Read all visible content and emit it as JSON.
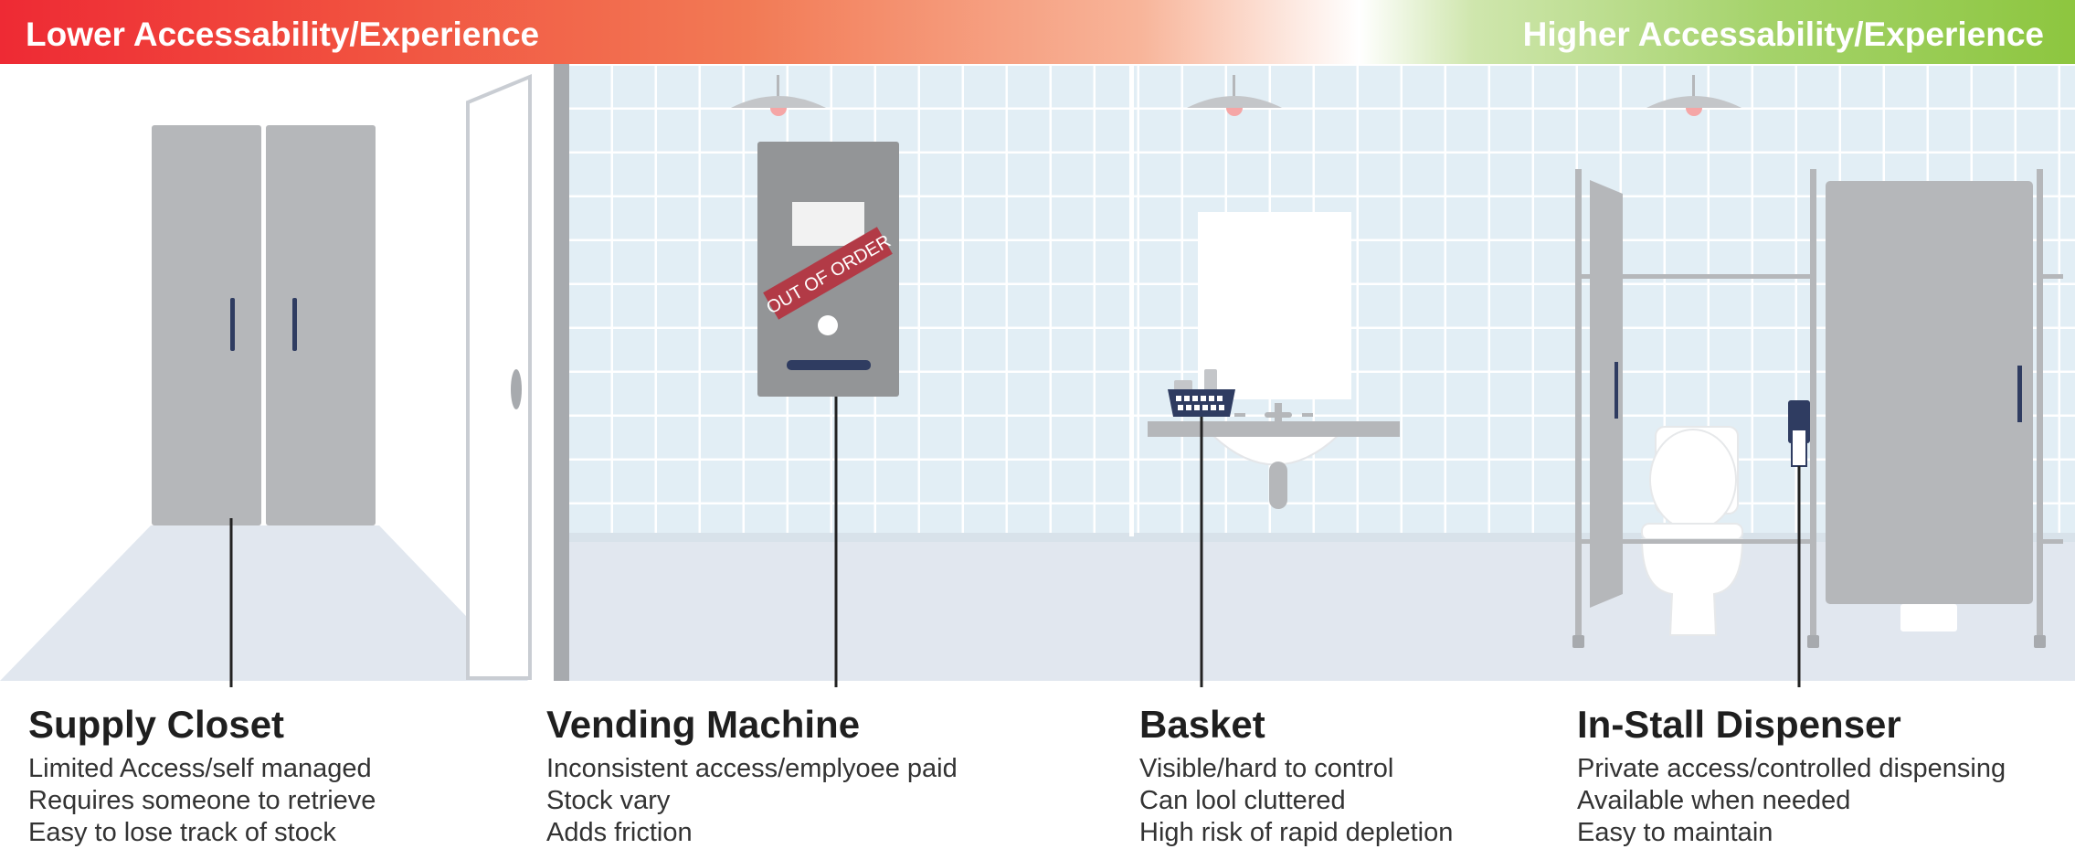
{
  "banner": {
    "left_label": "Lower Accessability/Experience",
    "right_label": "Higher Accessability/Experience",
    "colors": {
      "red": "#ee2a34",
      "orange": "#f27a55",
      "green": "#8dc63f"
    }
  },
  "vending_sign": "OUT OF ORDER",
  "options": [
    {
      "title": "Supply Closet",
      "lines": [
        "Limited Access/self managed",
        "Requires someone to retrieve",
        "Easy to lose track of stock"
      ]
    },
    {
      "title": "Vending Machine",
      "lines": [
        "Inconsistent access/emplyoee paid",
        "Stock vary",
        "Adds friction"
      ]
    },
    {
      "title": "Basket",
      "lines": [
        "Visible/hard to control",
        "Can lool cluttered",
        "High risk of rapid depletion"
      ]
    },
    {
      "title": "In-Stall Dispenser",
      "lines": [
        "Private access/controlled dispensing",
        "Available when needed",
        "Easy to maintain"
      ]
    }
  ]
}
